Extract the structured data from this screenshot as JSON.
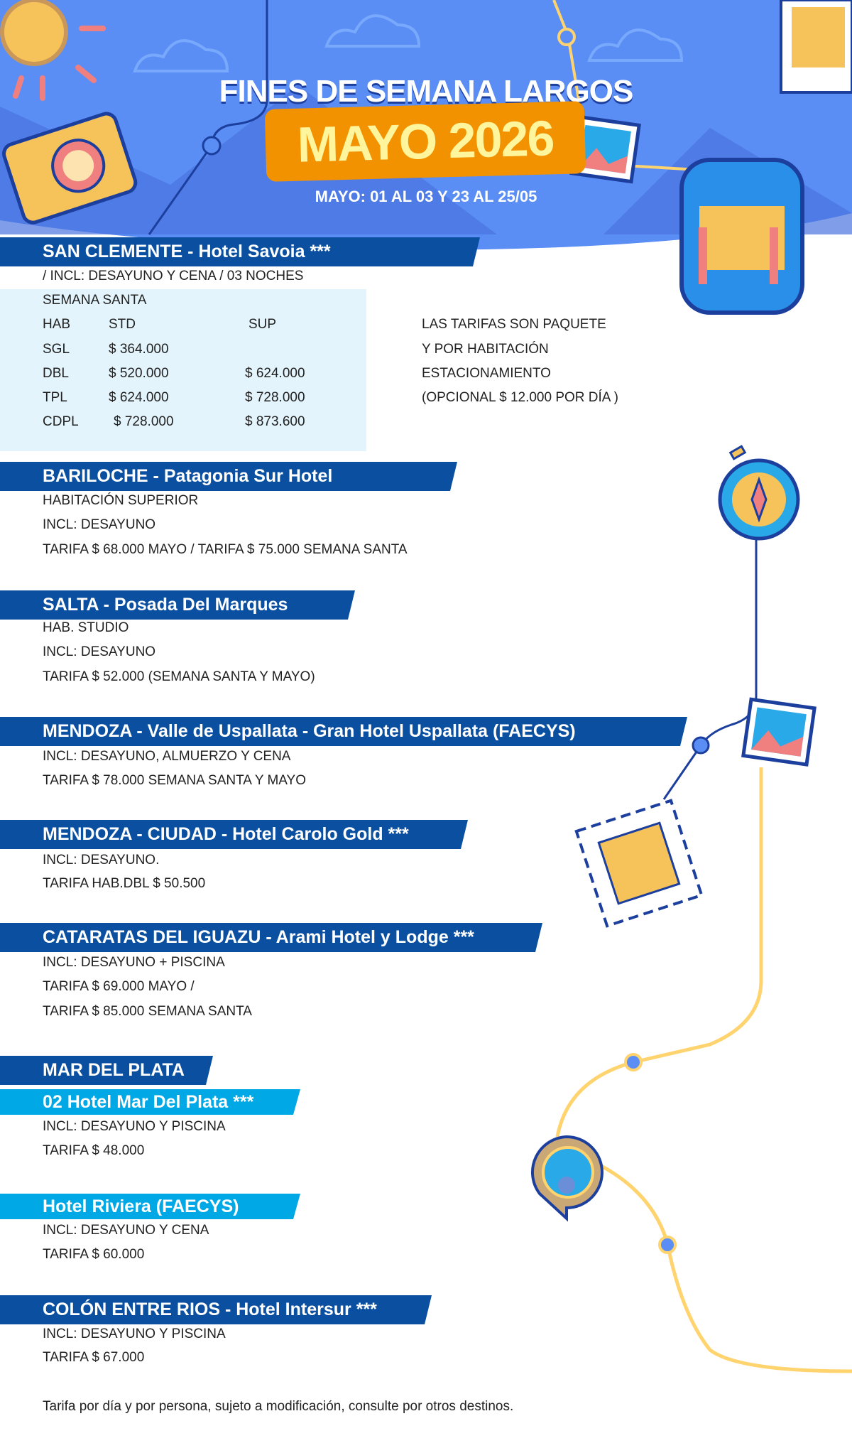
{
  "header": {
    "title": "FINES DE SEMANA LARGOS",
    "badge": "MAYO 2026",
    "dates": "MAYO: 01 AL 03 Y 23 AL 25/05"
  },
  "san_clemente": {
    "heading": "SAN CLEMENTE - Hotel Savoia ***",
    "incl": "/ INCL: DESAYUNO Y CENA / 03 NOCHES",
    "season": "SEMANA SANTA",
    "columns": [
      "HAB",
      "STD",
      "SUP"
    ],
    "rows": [
      [
        "SGL",
        "$ 364.000",
        ""
      ],
      [
        "DBL",
        "$ 520.000",
        "$ 624.000"
      ],
      [
        "TPL",
        "$ 624.000",
        "$ 728.000"
      ],
      [
        "CDPL",
        "$ 728.000",
        "$ 873.600"
      ]
    ],
    "notes": [
      "LAS TARIFAS SON PAQUETE",
      "Y POR HABITACIÓN",
      "ESTACIONAMIENTO",
      "(OPCIONAL $ 12.000 POR DÍA )"
    ]
  },
  "bariloche": {
    "heading": "BARILOCHE - Patagonia Sur Hotel",
    "lines": [
      "HABITACIÓN SUPERIOR",
      "INCL: DESAYUNO",
      "TARIFA $ 68.000 MAYO / TARIFA $ 75.000 SEMANA SANTA"
    ]
  },
  "salta": {
    "heading": "SALTA - Posada Del Marques",
    "lines": [
      "HAB. STUDIO",
      "INCL: DESAYUNO",
      "TARIFA $ 52.000 (SEMANA SANTA Y MAYO)"
    ]
  },
  "mendoza_uspallata": {
    "heading": "MENDOZA - Valle de Uspallata - Gran Hotel Uspallata (FAECYS)",
    "lines": [
      "INCL: DESAYUNO, ALMUERZO Y CENA",
      "TARIFA $ 78.000 SEMANA SANTA Y MAYO"
    ]
  },
  "mendoza_ciudad": {
    "heading": "MENDOZA - CIUDAD - Hotel Carolo Gold ***",
    "lines": [
      "INCL: DESAYUNO.",
      "TARIFA HAB.DBL $ 50.500"
    ]
  },
  "iguazu": {
    "heading": "CATARATAS DEL IGUAZU - Arami Hotel y Lodge ***",
    "lines": [
      "INCL: DESAYUNO + PISCINA",
      "TARIFA $ 69.000 MAYO /",
      "TARIFA $ 85.000 SEMANA SANTA"
    ]
  },
  "mar_del_plata": {
    "heading": "MAR DEL PLATA",
    "hotel1": {
      "heading": "02 Hotel Mar Del Plata ***",
      "lines": [
        "INCL: DESAYUNO Y PISCINA",
        "TARIFA $ 48.000"
      ]
    },
    "hotel2": {
      "heading": "Hotel Riviera (FAECYS)",
      "lines": [
        "INCL: DESAYUNO Y CENA",
        "TARIFA $ 60.000"
      ]
    }
  },
  "colon": {
    "heading": "COLÓN ENTRE RIOS - Hotel Intersur ***",
    "lines": [
      "INCL: DESAYUNO Y PISCINA",
      "TARIFA $ 67.000"
    ]
  },
  "footer": "Tarifa por día y por persona, sujeto a modificación, consulte por otros destinos.",
  "colors": {
    "sky": "#5b8ef5",
    "dark_blue": "#0b4fa0",
    "light_blue": "#00a8e6",
    "orange": "#f29200",
    "yellow": "#ffd36e"
  }
}
